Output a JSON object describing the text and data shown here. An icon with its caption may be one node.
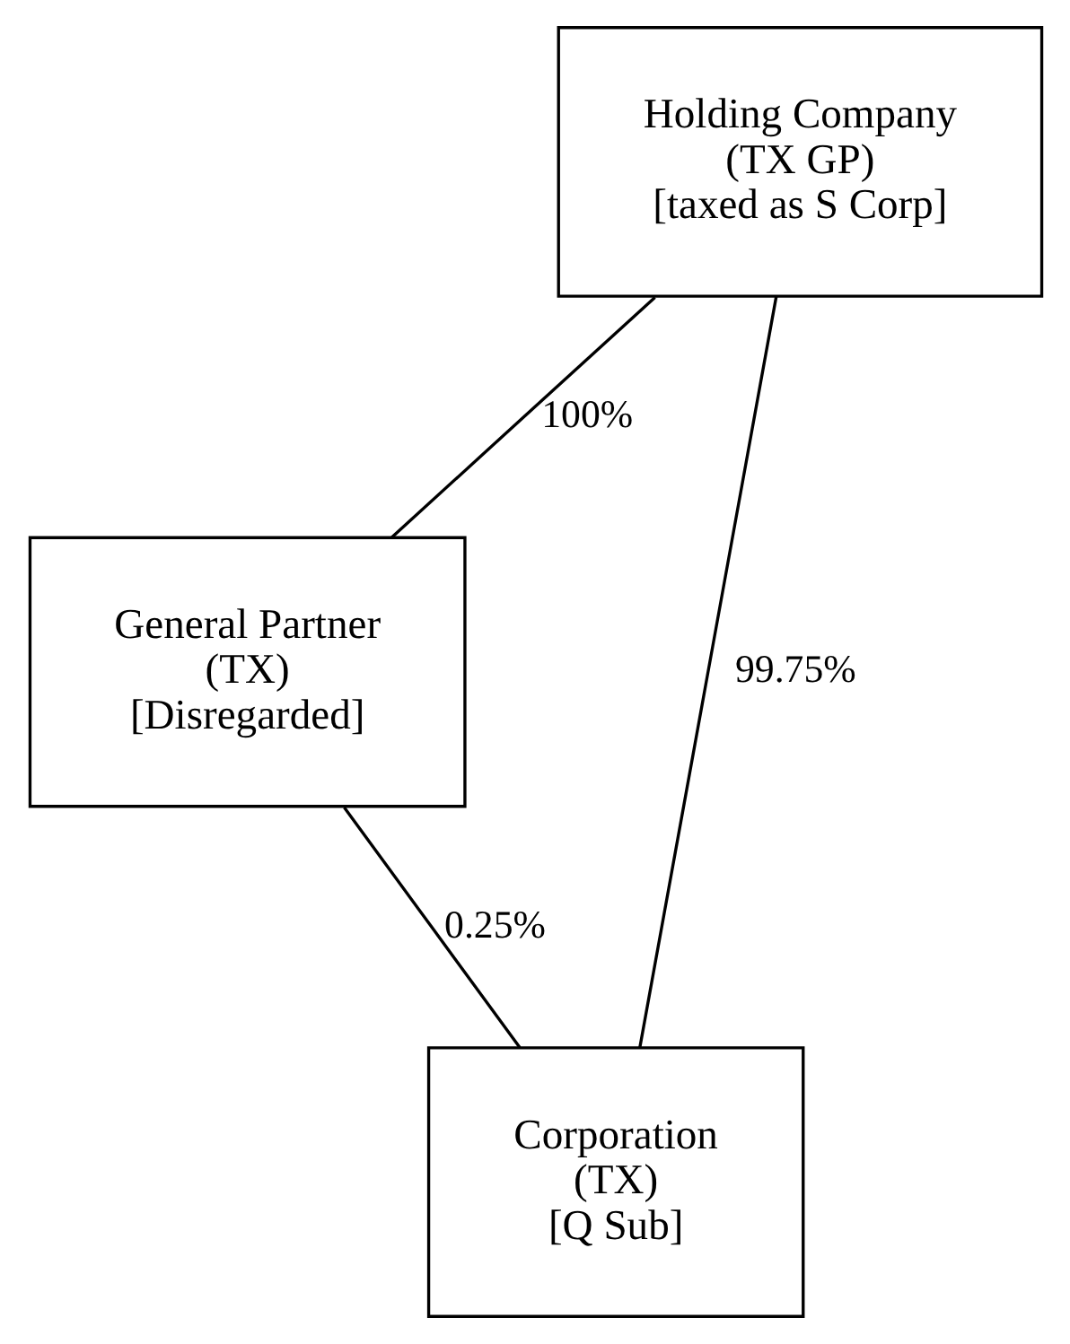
{
  "diagram": {
    "nodes": [
      {
        "text": [
          "Holding Company",
          "(TX GP)",
          "[taxed as S Corp]"
        ]
      },
      {
        "text": [
          "General Partner",
          "(TX)",
          "[Disregarded]"
        ]
      },
      {
        "text": [
          "Corporation",
          "(TX)",
          "[Q Sub]"
        ]
      }
    ],
    "edges": [
      {
        "from": 0,
        "to": 1,
        "arrow": "none",
        "label": "100%"
      },
      {
        "from": 0,
        "to": 2,
        "arrow": "none",
        "label": "99.75%"
      },
      {
        "from": 1,
        "to": 2,
        "arrow": "none",
        "label": "0.25%"
      }
    ]
  }
}
